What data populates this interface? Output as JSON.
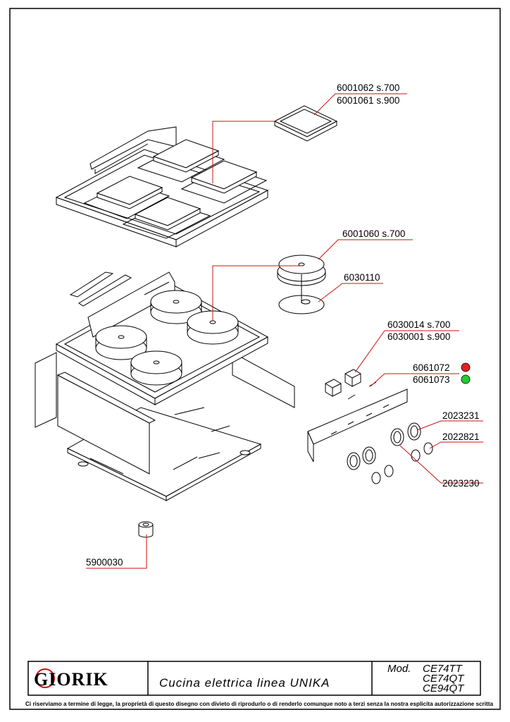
{
  "parts": [
    {
      "code": "6001062",
      "spec": "s.700"
    },
    {
      "code": "6001061",
      "spec": "s.900"
    },
    {
      "code": "6001060",
      "spec": "s.700"
    },
    {
      "code": "6030110",
      "spec": ""
    },
    {
      "code": "6030014",
      "spec": "s.700"
    },
    {
      "code": "6030001",
      "spec": "s.900"
    },
    {
      "code": "6061072",
      "spec": ""
    },
    {
      "code": "6061073",
      "spec": ""
    },
    {
      "code": "2023231",
      "spec": ""
    },
    {
      "code": "2022821",
      "spec": ""
    },
    {
      "code": "2023230",
      "spec": ""
    },
    {
      "code": "5900030",
      "spec": ""
    }
  ],
  "indicator_colors": {
    "red": "#e02020",
    "green": "#22cc33"
  },
  "title_block": {
    "brand": "GIORIK",
    "description": "Cucina elettrica linea UNIKA",
    "mod_label": "Mod.",
    "models": [
      "CE74TT",
      "CE74QT",
      "CE94QT"
    ]
  },
  "footer_note": "Ci riserviamo a termine di legge, la proprietà di questo disegno con divieto di riprodurlo o di renderlo comunque noto a terzi senza la nostra esplicita autorizzazione scritta"
}
